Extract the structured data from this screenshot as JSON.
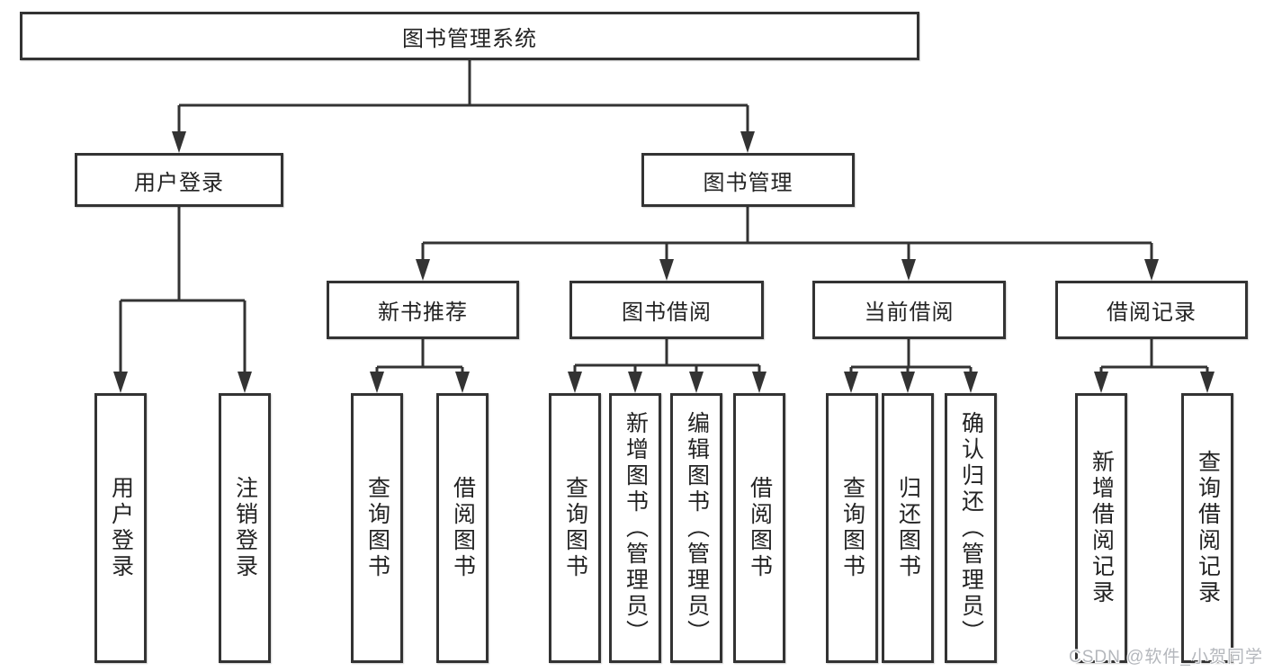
{
  "tree": {
    "root": "图书管理系统",
    "level2": [
      {
        "label": "用户登录"
      },
      {
        "label": "图书管理"
      }
    ],
    "level3": [
      {
        "label": "新书推荐"
      },
      {
        "label": "图书借阅"
      },
      {
        "label": "当前借阅"
      },
      {
        "label": "借阅记录"
      }
    ],
    "leaves_user_login": [
      "用户登录",
      "注销登录"
    ],
    "leaves_new_books": [
      "查询图书",
      "借阅图书"
    ],
    "leaves_book_borrow": [
      "查询图书",
      "新增图书（管理员）",
      "编辑图书（管理员）",
      "借阅图书"
    ],
    "leaves_current_borrow": [
      "查询图书",
      "归还图书",
      "确认归还（管理员）"
    ],
    "leaves_borrow_records": [
      "新增借阅记录",
      "查询借阅记录"
    ]
  },
  "watermark": "CSDN @软件_小贺同学"
}
